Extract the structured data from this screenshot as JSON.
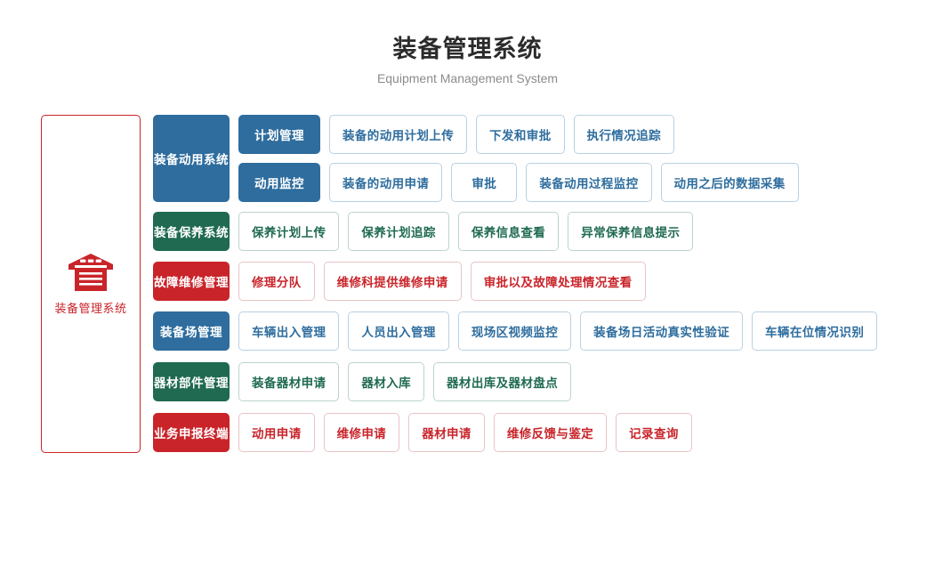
{
  "header": {
    "title": "装备管理系统",
    "subtitle": "Equipment Management System"
  },
  "root": {
    "icon": "warehouse-icon",
    "label": "装备管理系统",
    "border_color": "#c9242a"
  },
  "colors": {
    "blue": "#2e6d9e",
    "green": "#1f6a51",
    "red": "#c9242a",
    "blue_border": "#b9d1e3",
    "green_border": "#bcd4cb",
    "red_border": "#eac3c6",
    "title": "#2b2b2b",
    "subtitle": "#8b8b8b"
  },
  "rows": [
    {
      "theme": "blue",
      "group": "装备动用系统",
      "subgroups": [
        {
          "label": "计划管理",
          "leaves": [
            "装备的动用计划上传",
            "下发和审批",
            "执行情况追踪"
          ]
        },
        {
          "label": "动用监控",
          "leaves": [
            "装备的动用申请",
            "审批",
            "装备动用过程监控",
            "动用之后的数据采集"
          ]
        }
      ]
    },
    {
      "theme": "green",
      "group": "装备保养系统",
      "leaves": [
        "保养计划上传",
        "保养计划追踪",
        "保养信息查看",
        "异常保养信息提示"
      ]
    },
    {
      "theme": "red",
      "group": "故障维修管理",
      "leaves": [
        "修理分队",
        "维修科提供维修申请",
        "审批以及故障处理情况查看"
      ]
    },
    {
      "theme": "blue",
      "group": "装备场管理",
      "leaves": [
        "车辆出入管理",
        "人员出入管理",
        "现场区视频监控",
        "装备场日活动真实性验证",
        "车辆在位情况识别"
      ]
    },
    {
      "theme": "green",
      "group": "器材部件管理",
      "leaves": [
        "装备器材申请",
        "器材入库",
        "器材出库及器材盘点"
      ]
    },
    {
      "theme": "red",
      "group": "业务申报终端",
      "leaves": [
        "动用申请",
        "维修申请",
        "器材申请",
        "维修反馈与鉴定",
        "记录查询"
      ]
    }
  ]
}
